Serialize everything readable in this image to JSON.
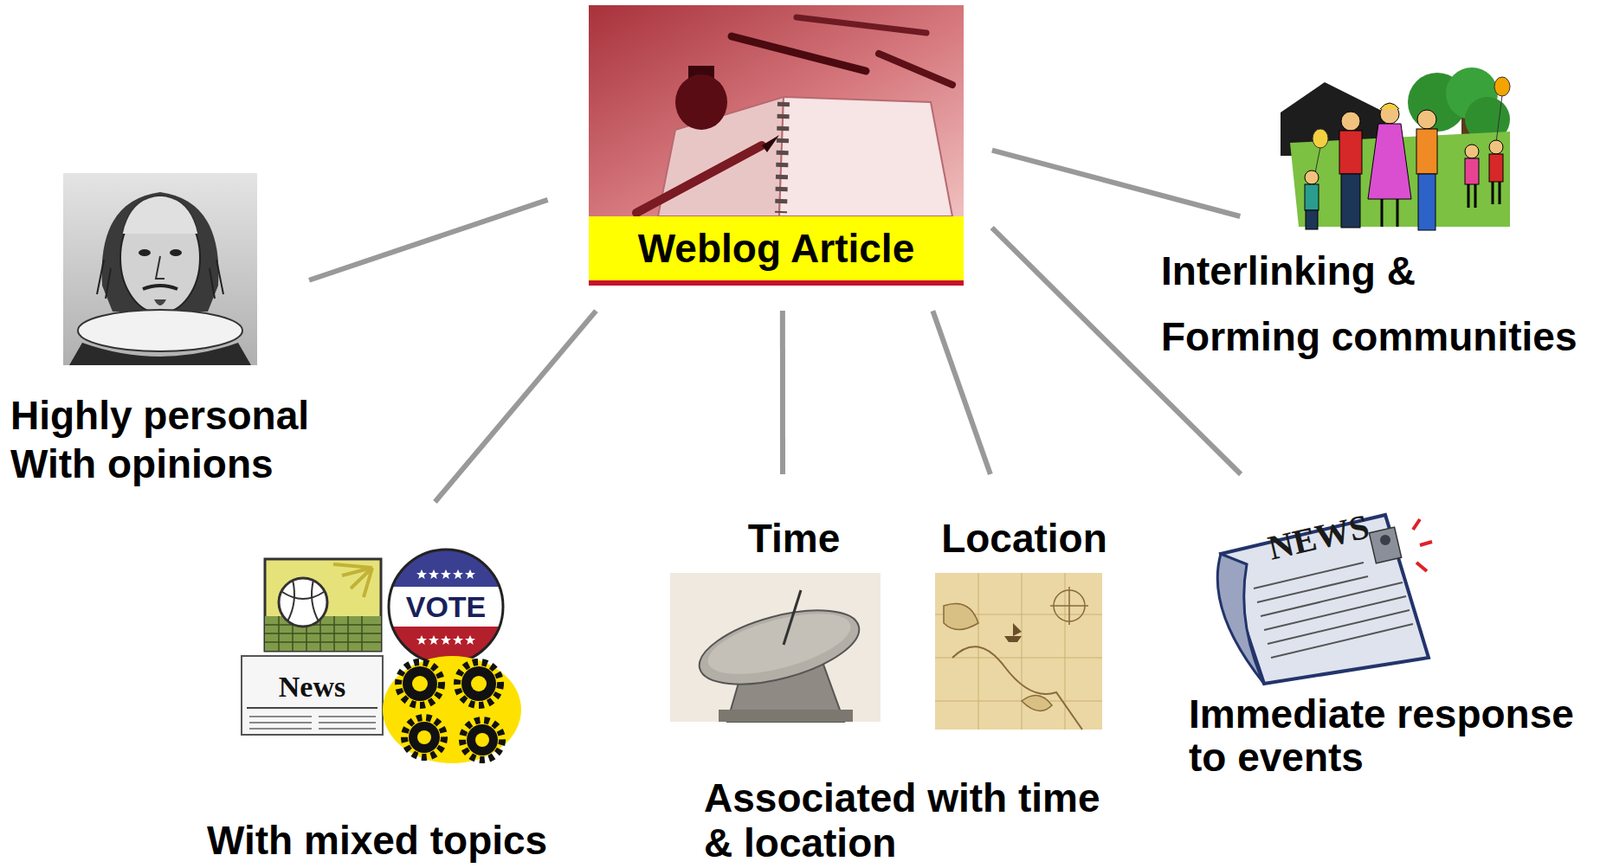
{
  "diagram": {
    "nodes": [
      {
        "text": [
          "Weblog Article"
        ]
      },
      {
        "text": [
          "Highly personal With opinions"
        ]
      },
      {
        "text": [
          "With mixed topics"
        ]
      },
      {
        "text": [
          "Time"
        ]
      },
      {
        "text": [
          "Location"
        ]
      },
      {
        "text": [
          "Immediate response to events"
        ]
      },
      {
        "text": [
          "Interlinking & Forming communities"
        ]
      }
    ],
    "edges": [
      {
        "from": 0,
        "to": 1,
        "arrow": "none"
      },
      {
        "from": 0,
        "to": 2,
        "arrow": "none"
      },
      {
        "from": 0,
        "to": 3,
        "arrow": "none"
      },
      {
        "from": 0,
        "to": 4,
        "arrow": "none"
      },
      {
        "from": 0,
        "to": 5,
        "arrow": "none"
      },
      {
        "from": 0,
        "to": 6,
        "arrow": "none"
      }
    ],
    "labels": [
      "Associated with time & location",
      "VOTE",
      "News",
      "NEWS"
    ]
  }
}
